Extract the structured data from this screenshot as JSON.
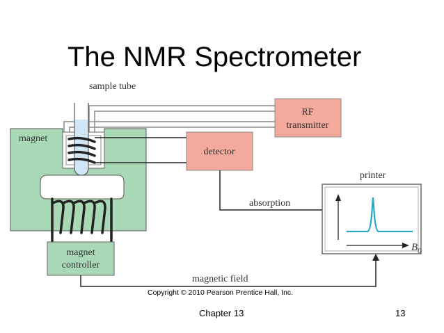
{
  "slide": {
    "title": "The NMR Spectrometer",
    "footer_left": "Chapter 13",
    "page_number": "13"
  },
  "diagram": {
    "labels": {
      "sample_tube": "sample tube",
      "magnet": "magnet",
      "rf_transmitter_line1": "RF",
      "rf_transmitter_line2": "transmitter",
      "detector": "detector",
      "printer": "printer",
      "absorption": "absorption",
      "b0_symbol": "B",
      "b0_subscript": "0",
      "magnet_controller_line1": "magnet",
      "magnet_controller_line2": "controller",
      "magnetic_field": "magnetic field"
    },
    "copyright": "Copyright © 2010 Pearson Prentice Hall, Inc.",
    "colors": {
      "magnet_fill": "#a9d8b6",
      "box_fill": "#f3a99c",
      "tube_fill": "#cfe6f7",
      "signal_line": "#2aa8c4",
      "wire": "#888888"
    }
  }
}
